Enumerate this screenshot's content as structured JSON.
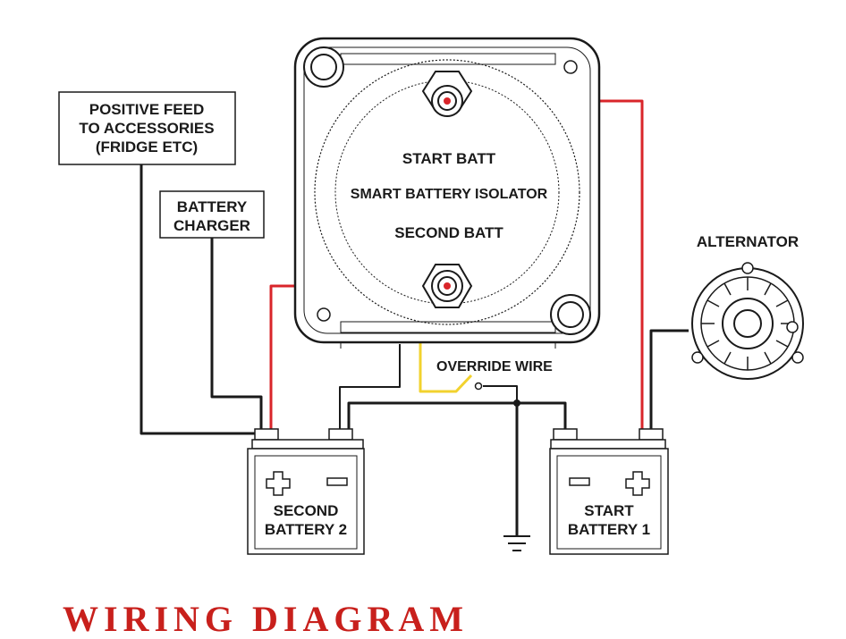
{
  "labels": {
    "positive_feed": [
      "POSITIVE FEED",
      "TO ACCESSORIES",
      "(FRIDGE ETC)"
    ],
    "battery_charger": [
      "BATTERY",
      "CHARGER"
    ],
    "start_batt": "START  BATT",
    "isolator_name": "SMART  BATTERY  ISOLATOR",
    "second_batt": "SECOND BATT",
    "alternator": "ALTERNATOR",
    "override_wire": "OVERRIDE WIRE",
    "second_battery": [
      "SECOND",
      "BATTERY 2"
    ],
    "start_battery": [
      "START",
      "BATTERY 1"
    ],
    "title": "WIRING   DIAGRAM"
  },
  "colors": {
    "positive_wire": "#d9252a",
    "ground_wire": "#1a1a1a",
    "override_wire": "#f2d22e",
    "title": "#c8201c"
  }
}
